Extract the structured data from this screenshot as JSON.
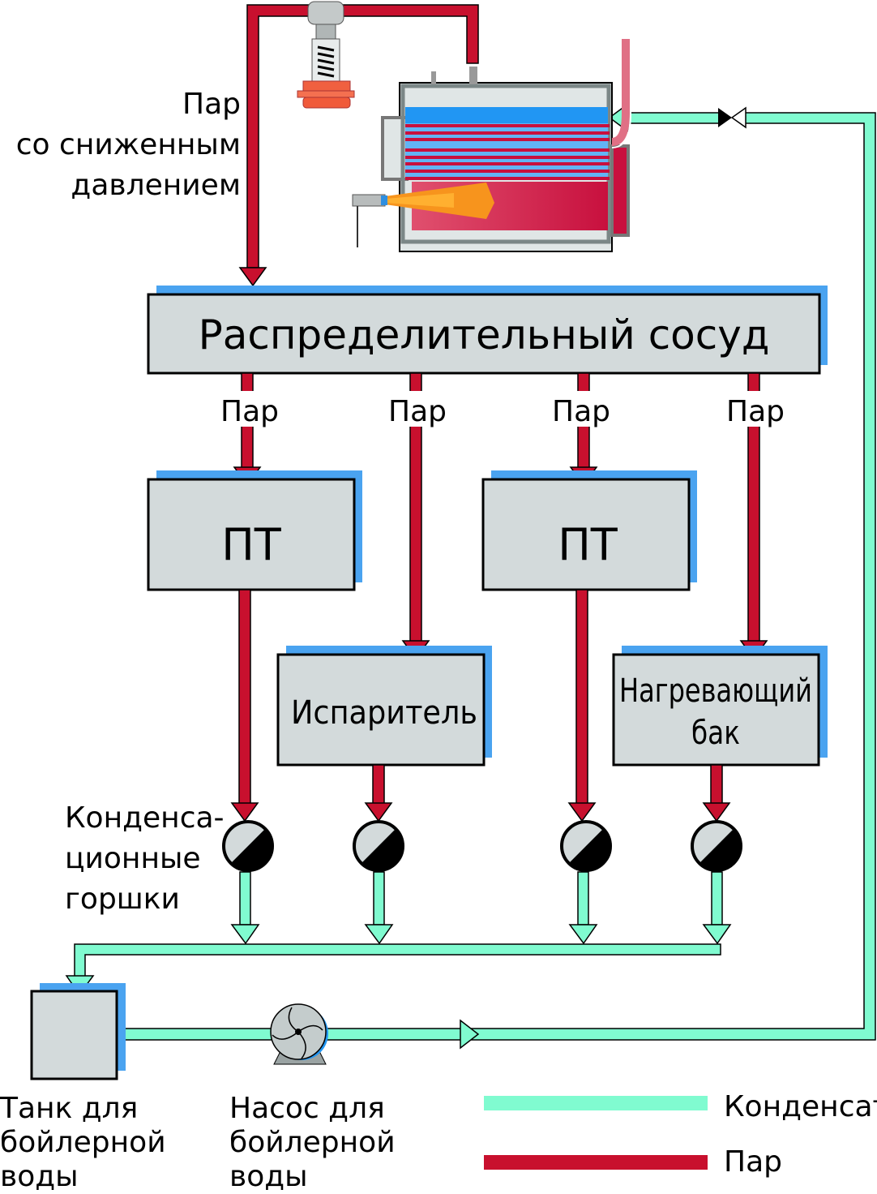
{
  "colors": {
    "steam": "#c8102e",
    "condensate": "#80fbd0",
    "box": "#d3dadb",
    "shadow": "#4aa3f0"
  },
  "labels": {
    "reduced_pressure_steam": [
      "Пар",
      "со сниженным",
      "давлением"
    ],
    "distribution_vessel": "Распределительный сосуд",
    "steam": "Пар",
    "heat_exchanger_1": "ПТ",
    "heat_exchanger_2": "ПТ",
    "evaporator": "Испаритель",
    "heating_tank": [
      "Нагревающий",
      "бак"
    ],
    "steam_traps": [
      "Конденса-",
      "ционные",
      "горшки"
    ],
    "feed_tank": [
      "Танк для",
      "бойлерной",
      "воды"
    ],
    "feed_pump": [
      "Насос для",
      "бойлерной",
      "воды"
    ]
  },
  "legend": [
    {
      "label": "Конденсат",
      "color": "#80fbd0"
    },
    {
      "label": "Пар",
      "color": "#c8102e"
    }
  ],
  "icons": [
    "pressure-reducing-valve-icon",
    "boiler-icon",
    "burner-icon",
    "check-valve-icon",
    "steam-trap-icon",
    "pump-icon"
  ]
}
